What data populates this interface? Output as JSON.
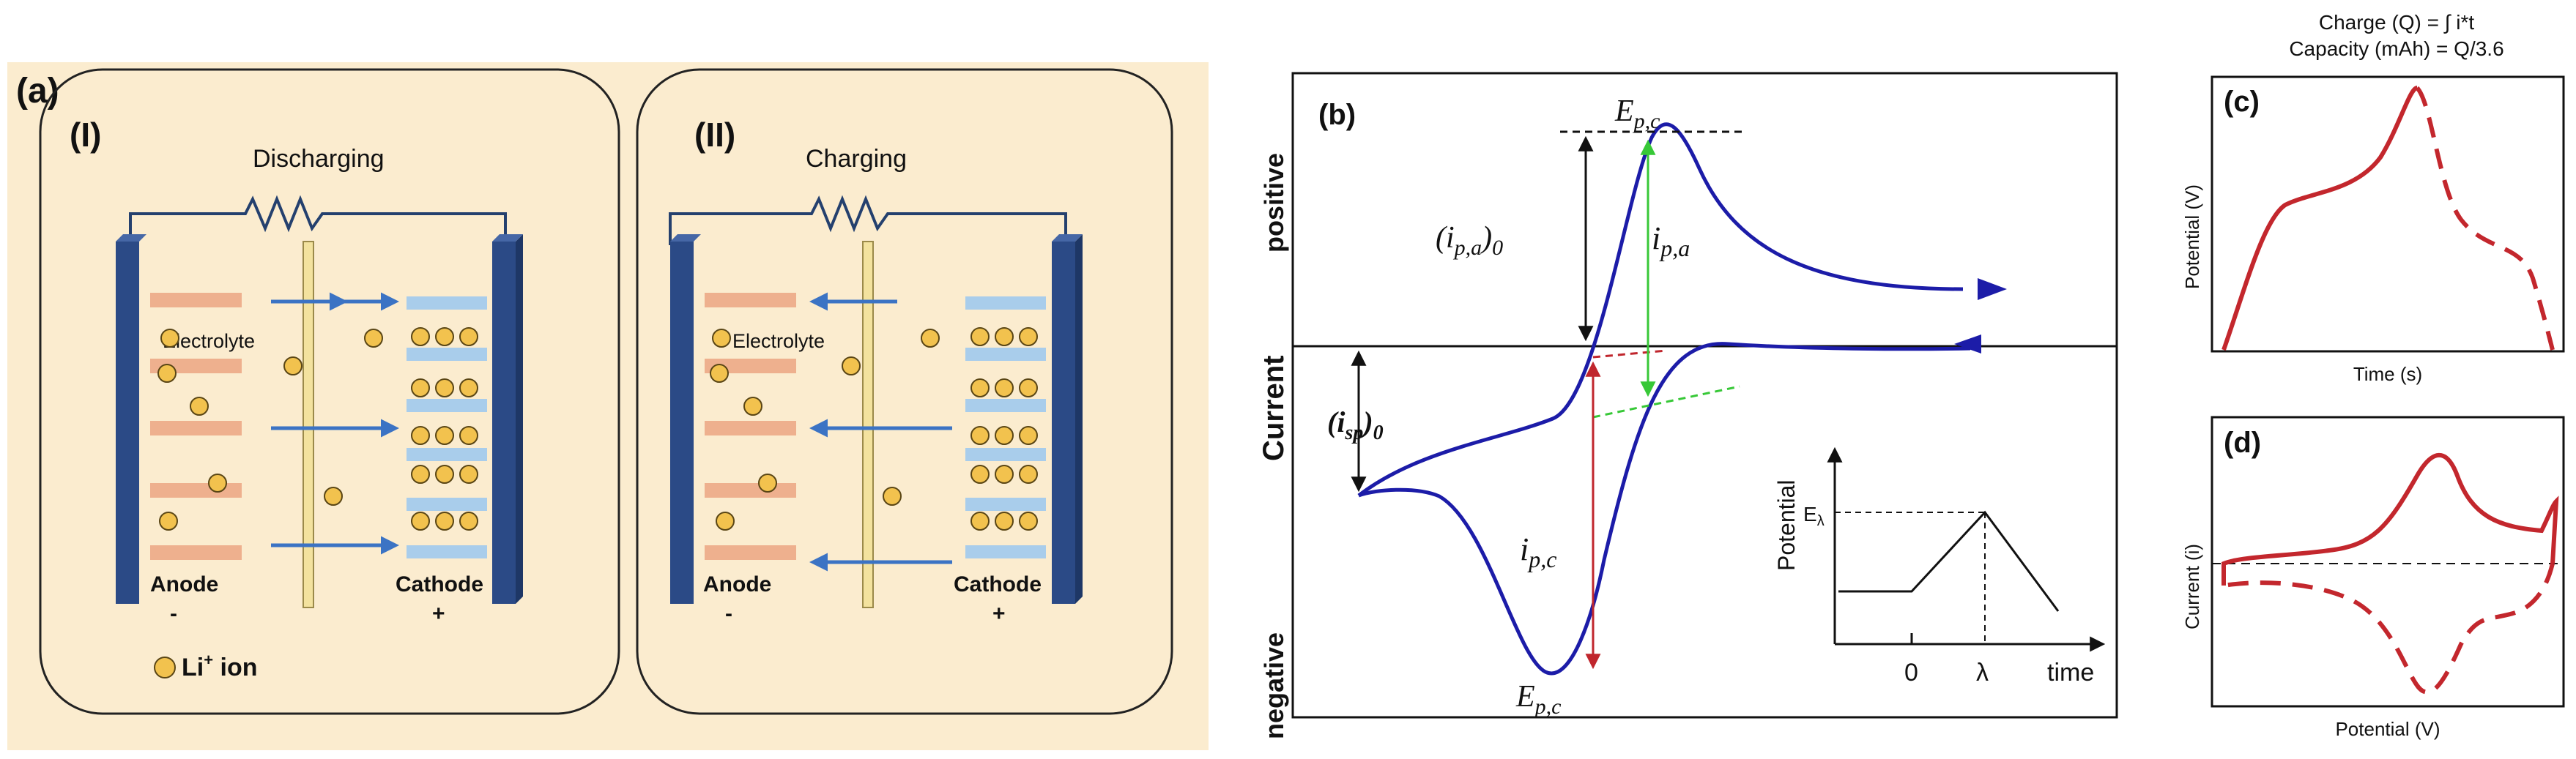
{
  "colors": {
    "panel_a_bg": "#fbeccf",
    "electrode": "#2b4a86",
    "anode_layer": "#eeb08e",
    "cathode_layer": "#a9cdeb",
    "separator": "#f3e29e",
    "ion": "#f2c24e",
    "arrow": "#3b73c4",
    "cv_curve": "#1c1ca8",
    "red_curve": "#c3272d",
    "green": "#37c837",
    "red_arrow": "#c0262d"
  },
  "panel_a": {
    "label": "(a)",
    "cell_I": {
      "label": "(I)",
      "process": "Discharging",
      "electrolyte": "Electrolyte",
      "anode": "Anode",
      "anode_sign": "-",
      "cathode": "Cathode",
      "cathode_sign": "+"
    },
    "cell_II": {
      "label": "(II)",
      "process": "Charging",
      "electrolyte": "Electrolyte",
      "anode": "Anode",
      "anode_sign": "-",
      "cathode": "Cathode",
      "cathode_sign": "+"
    },
    "legend_ion": "Li",
    "legend_sup": "+",
    "legend_suffix": " ion"
  },
  "panel_b": {
    "label": "(b)",
    "y_axis": "Current",
    "positive": "positive",
    "negative": "negative",
    "peak_top": "E",
    "peak_top_sub": "p,c",
    "peak_bottom": "E",
    "peak_bottom_sub": "p,c",
    "ipa0": "(i",
    "ipa0_sub": "p,a",
    "ipa0_tail": ")",
    "ipa0_tail_sub": "0",
    "ipa": "i",
    "ipa_sub": "p,a",
    "ipc": "i",
    "ipc_sub": "p,c",
    "isp0": "(i",
    "isp0_sub": "sp",
    "isp0_tail": ")",
    "isp0_tail_sub": "0",
    "inset_y": "Potential",
    "inset_e": "E",
    "inset_e_sub": "λ",
    "inset_zero": "0",
    "inset_lambda": "λ",
    "inset_time": "time"
  },
  "panel_c": {
    "label": "(c)",
    "formula_1": "Charge (Q) = ∫ i*t",
    "formula_2": "Capacity (mAh) = Q/3.6",
    "y_label": "Potential (V)",
    "x_label": "Time (s)"
  },
  "panel_d": {
    "label": "(d)",
    "y_label": "Current (i)",
    "x_label": "Potential (V)"
  }
}
